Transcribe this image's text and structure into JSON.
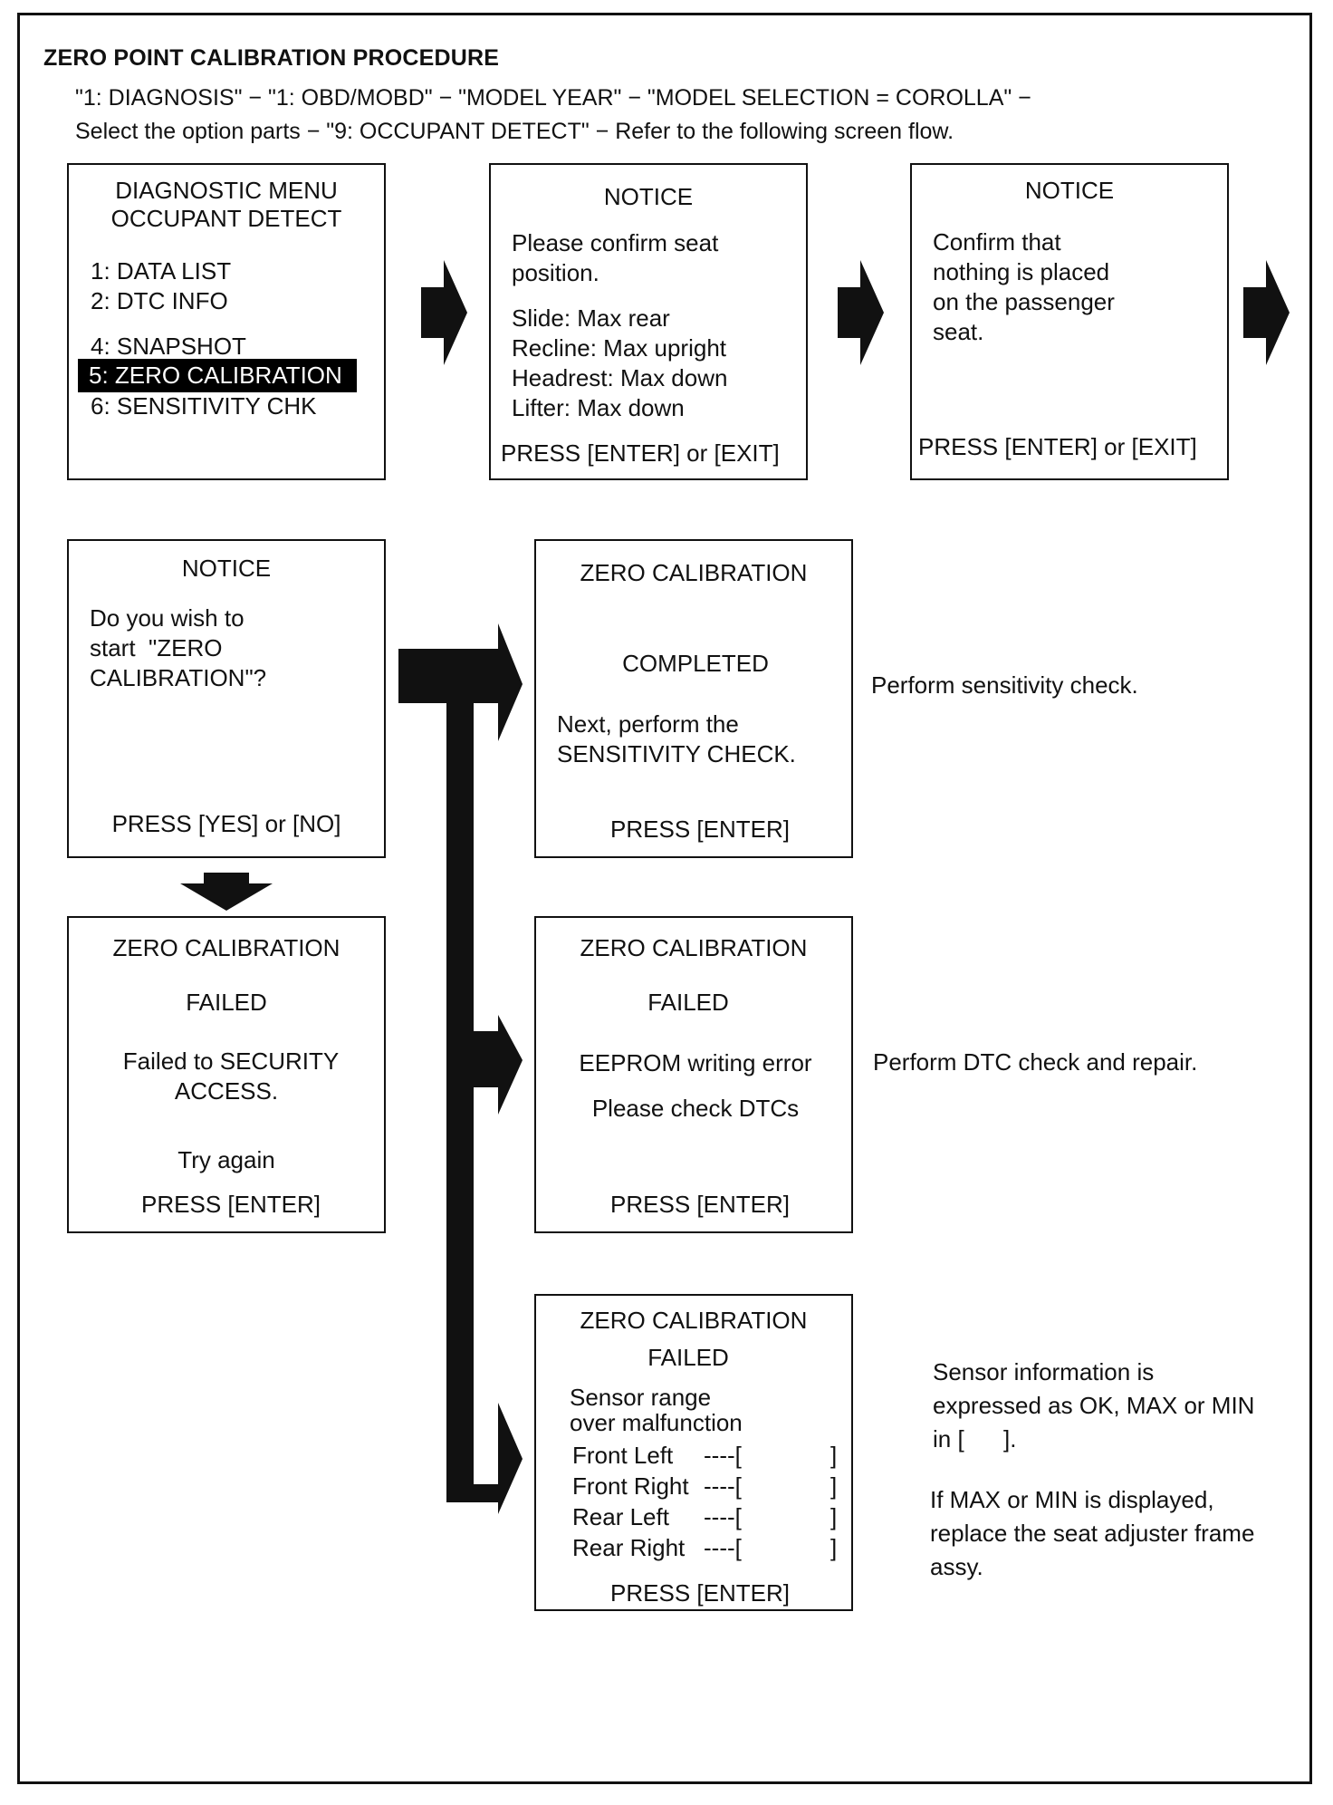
{
  "heading": "ZERO POINT CALIBRATION PROCEDURE",
  "intro": [
    "\"1: DIAGNOSIS\" − \"1: OBD/MOBD\" − \"MODEL YEAR\" − \"MODEL SELECTION = COROLLA\" −",
    "Select the option parts − \"9: OCCUPANT DETECT\" − Refer to the following screen flow."
  ],
  "screens": {
    "menu": {
      "title": "DIAGNOSTIC MENU",
      "subtitle": "OCCUPANT DETECT",
      "items": [
        "1: DATA LIST",
        "2: DTC INFO",
        "4: SNAPSHOT",
        "5: ZERO CALIBRATION",
        "6: SENSITIVITY CHK"
      ]
    },
    "seat_notice": {
      "title": "NOTICE",
      "lines": [
        "Please confirm seat",
        "position.",
        "Slide: Max rear",
        "Recline: Max upright",
        "Headrest: Max down",
        "Lifter: Max down"
      ],
      "prompt": "PRESS [ENTER] or [EXIT]"
    },
    "empty_seat_notice": {
      "title": "NOTICE",
      "lines": [
        "Confirm that",
        "nothing is placed",
        "on the passenger",
        "seat."
      ],
      "prompt": "PRESS [ENTER] or [EXIT]"
    },
    "start_notice": {
      "title": "NOTICE",
      "lines": [
        "Do you wish to",
        "start  \"ZERO",
        "CALIBRATION\"?"
      ],
      "prompt": "PRESS [YES] or [NO]"
    },
    "fail_security": {
      "title": "ZERO CALIBRATION",
      "status": "FAILED",
      "lines": [
        "Failed to SECURITY",
        "ACCESS."
      ],
      "retry": "Try again",
      "prompt": "PRESS [ENTER]"
    },
    "completed": {
      "title": "ZERO CALIBRATION",
      "status": "COMPLETED",
      "lines": [
        "Next, perform the",
        "SENSITIVITY CHECK."
      ],
      "prompt": "PRESS [ENTER]"
    },
    "fail_eeprom": {
      "title": "ZERO CALIBRATION",
      "status": "FAILED",
      "lines": [
        "EEPROM writing error",
        "Please check DTCs"
      ],
      "prompt": "PRESS [ENTER]"
    },
    "fail_sensor": {
      "title": "ZERO CALIBRATION",
      "status": "FAILED",
      "lines": [
        "Sensor range",
        "over malfunction"
      ],
      "sensors": [
        {
          "name": "Front Left",
          "dashes": "----[",
          "bracket": "]"
        },
        {
          "name": "Front Right",
          "dashes": "----[",
          "bracket": "]"
        },
        {
          "name": "Rear Left",
          "dashes": "----[",
          "bracket": "]"
        },
        {
          "name": "Rear Right",
          "dashes": "----[",
          "bracket": "]"
        }
      ],
      "prompt": "PRESS [ENTER]"
    }
  },
  "notes": {
    "completed": "Perform sensitivity check.",
    "eeprom": "Perform DTC check and repair.",
    "sensor": [
      "Sensor information is",
      "expressed as OK, MAX or MIN",
      "in [      ]."
    ],
    "sensor_replace": [
      "If MAX or MIN is displayed,",
      "replace the seat adjuster frame",
      "assy."
    ]
  }
}
